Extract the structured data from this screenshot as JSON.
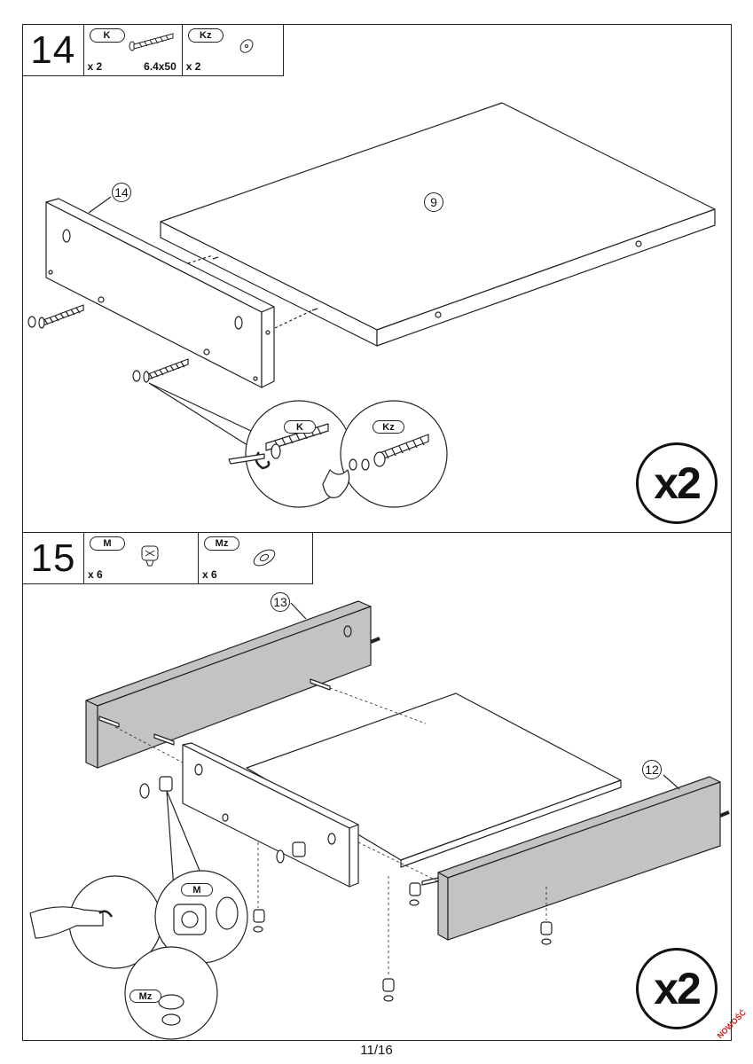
{
  "step14": {
    "number": "14",
    "parts": [
      {
        "code": "K",
        "qty": "x 2",
        "size": "6.4x50",
        "icon": "screw-icon"
      },
      {
        "code": "Kz",
        "qty": "x 2",
        "icon": "screw-cap-icon"
      }
    ],
    "callouts": [
      "14",
      "9"
    ],
    "zoom_labels": [
      "K",
      "Kz"
    ],
    "multiplier": "x2"
  },
  "step15": {
    "number": "15",
    "parts": [
      {
        "code": "M",
        "qty": "x 6",
        "icon": "cam-lock-icon"
      },
      {
        "code": "Mz",
        "qty": "x 6",
        "icon": "cam-cover-icon"
      }
    ],
    "callouts": [
      "13",
      "12"
    ],
    "zoom_labels": [
      "M",
      "Mz"
    ],
    "multiplier": "x2"
  },
  "footer": {
    "page": "11/16",
    "badge": "NOWOŚĆ"
  },
  "colors": {
    "line": "#222222",
    "panel_gray": "#c3c3c3",
    "badge_red": "#d21b1b"
  }
}
